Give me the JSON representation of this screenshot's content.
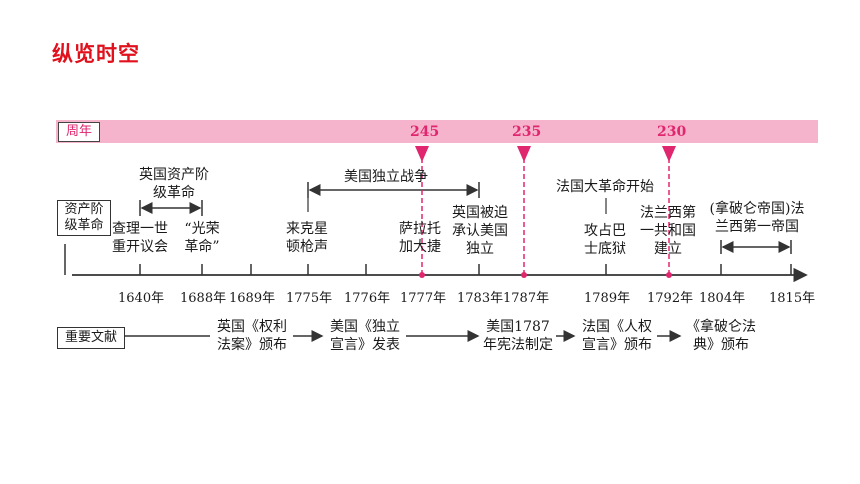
{
  "page": {
    "title": "纵览时空",
    "band_label": "周年",
    "rev_label": "资产阶级革命",
    "docs_label": "重要文献"
  },
  "anniversaries": [
    {
      "value": "245",
      "year": "1777年"
    },
    {
      "value": "235",
      "year": "1787年"
    },
    {
      "value": "230",
      "year": "1792年"
    }
  ],
  "years": [
    "1640年",
    "1688年",
    "1689年",
    "1775年",
    "1776年",
    "1777年",
    "1783年",
    "1787年",
    "1789年",
    "1792年",
    "1804年",
    "1815年"
  ],
  "spans": {
    "english_revolution": "英国资产阶级革命",
    "independence_war": "美国独立战争",
    "napoleon_empire": "(拿破仑帝国)法兰西第一帝国"
  },
  "events": {
    "charles_parliament": "查理一世重开议会",
    "glorious_revolution": "“光荣革命”",
    "lexington": "来克星顿枪声",
    "saratoga": "萨拉托加大捷",
    "britain_recognizes": "英国被迫承认美国独立",
    "french_revolution": "法国大革命开始",
    "bastille": "攻占巴士底狱",
    "first_republic": "法兰西第一共和国建立"
  },
  "documents": [
    "英国《权利法案》颁布",
    "美国《独立宣言》发表",
    "美国1787年宪法制定",
    "法国《人权宣言》颁布",
    "《拿破仑法典》颁布"
  ]
}
